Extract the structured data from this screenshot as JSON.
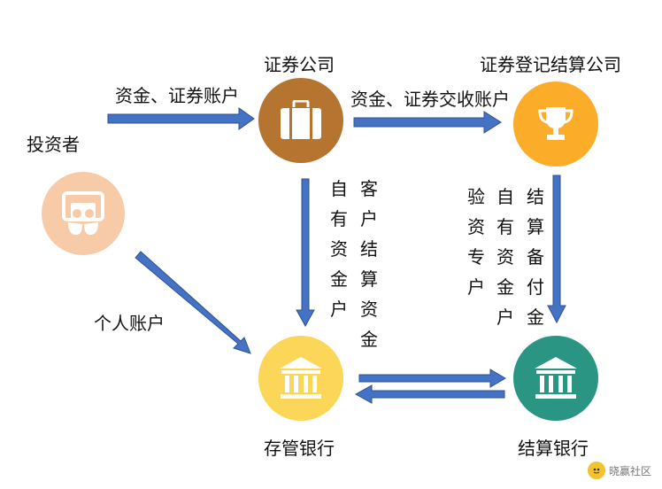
{
  "nodes": {
    "investor": {
      "label": "投资者",
      "icon": "investor-icon",
      "color": "#f8cba8"
    },
    "broker": {
      "label": "证券公司",
      "icon": "briefcase-icon",
      "color": "#b5742f"
    },
    "clearing": {
      "label": "证券登记结算公司",
      "icon": "trophy-icon",
      "color": "#fbad2a"
    },
    "custody_bank": {
      "label": "存管银行",
      "icon": "bank-icon",
      "color": "#fcd659"
    },
    "settlement_bank": {
      "label": "结算银行",
      "icon": "bank-icon",
      "color": "#2a9583"
    }
  },
  "edges": {
    "investor_broker": "资金、证券账户",
    "broker_clearing": "资金、证券交收账户",
    "investor_custody": "个人账户",
    "broker_custody_col1": "自有资金户",
    "broker_custody_col2": "客户结算资金",
    "clearing_settle_col1": "验资专户",
    "clearing_settle_col2": "自有资金户",
    "clearing_settle_col3": "结算备付金"
  },
  "watermark": {
    "text": "晓赢社区"
  },
  "colors": {
    "arrow": "#4472c4",
    "arrow_stroke": "#2f528f"
  }
}
